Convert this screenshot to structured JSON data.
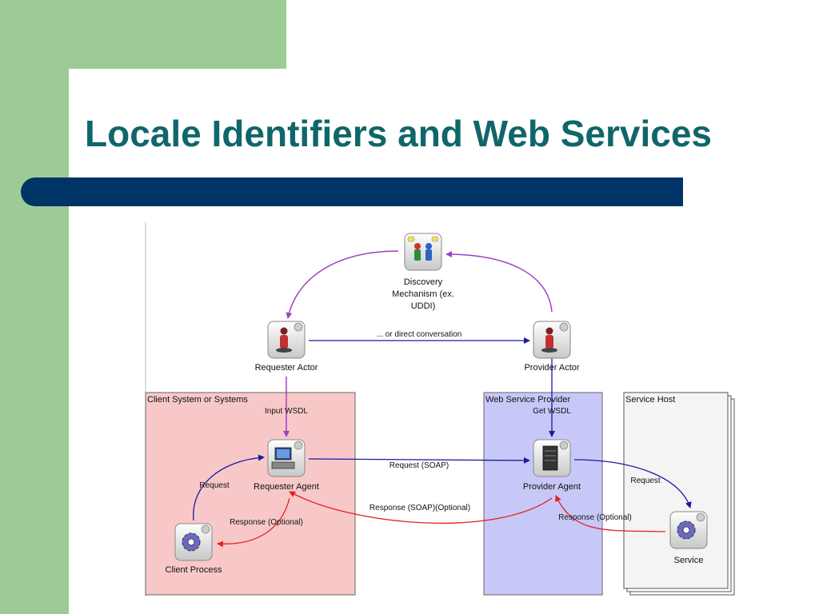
{
  "slide": {
    "title": "Locale Identifiers and Web Services"
  },
  "diagram": {
    "regions": {
      "client": "Client System or Systems",
      "provider": "Web Service Provider",
      "host": "Service Host"
    },
    "nodes": {
      "discovery": [
        "Discovery",
        "Mechanism (ex.",
        "UDDI)"
      ],
      "requester_actor": "Requester Actor",
      "provider_actor": "Provider Actor",
      "requester_agent": "Requester Agent",
      "provider_agent": "Provider Agent",
      "client_process": "Client Process",
      "service": "Service"
    },
    "edges": {
      "direct_conversation": "... or direct conversation",
      "input_wsdl": "Input WSDL",
      "get_wsdl": "Get WSDL",
      "request_soap": "Request (SOAP)",
      "response_soap": "Response (SOAP)(Optional)",
      "request_client": "Request",
      "response_client": "Response (Optional)",
      "request_service": "Request",
      "response_service": "Response (Optional)"
    },
    "colors": {
      "discovery_arrows": "#a040c0",
      "request_arrows": "#1a1aa0",
      "response_arrows": "#e02020",
      "client_region": "#f8c8c8",
      "provider_region": "#c8c8f8",
      "host_region": "#f4f4f4"
    }
  }
}
